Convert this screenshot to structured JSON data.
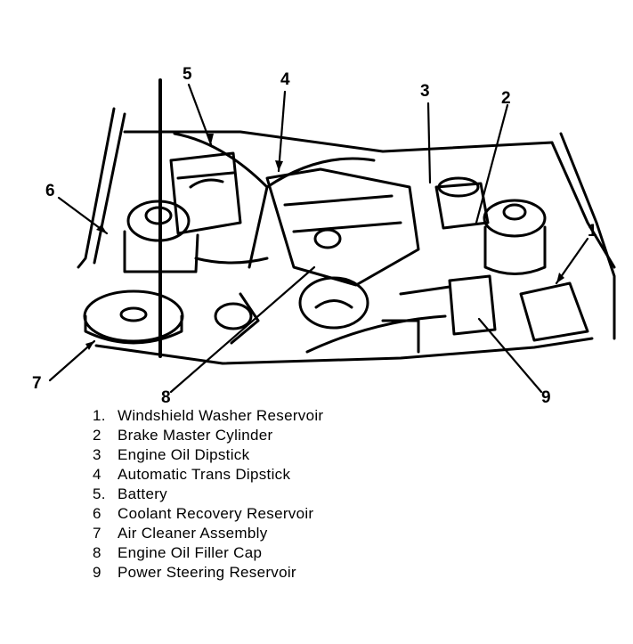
{
  "callouts": [
    "1",
    "2",
    "3",
    "4",
    "5",
    "6",
    "7",
    "8",
    "9"
  ],
  "legend": [
    {
      "num": "1.",
      "label": "Windshield Washer Reservoir"
    },
    {
      "num": "2",
      "label": "Brake Master Cylinder"
    },
    {
      "num": "3",
      "label": "Engine Oil Dipstick"
    },
    {
      "num": "4",
      "label": "Automatic Trans  Dipstick"
    },
    {
      "num": "5.",
      "label": "Battery"
    },
    {
      "num": "6",
      "label": "Coolant Recovery Reservoir"
    },
    {
      "num": "7",
      "label": "Air Cleaner Assembly"
    },
    {
      "num": "8",
      "label": "Engine Oil Filler Cap"
    },
    {
      "num": "9",
      "label": "Power Steering Reservoir"
    }
  ]
}
